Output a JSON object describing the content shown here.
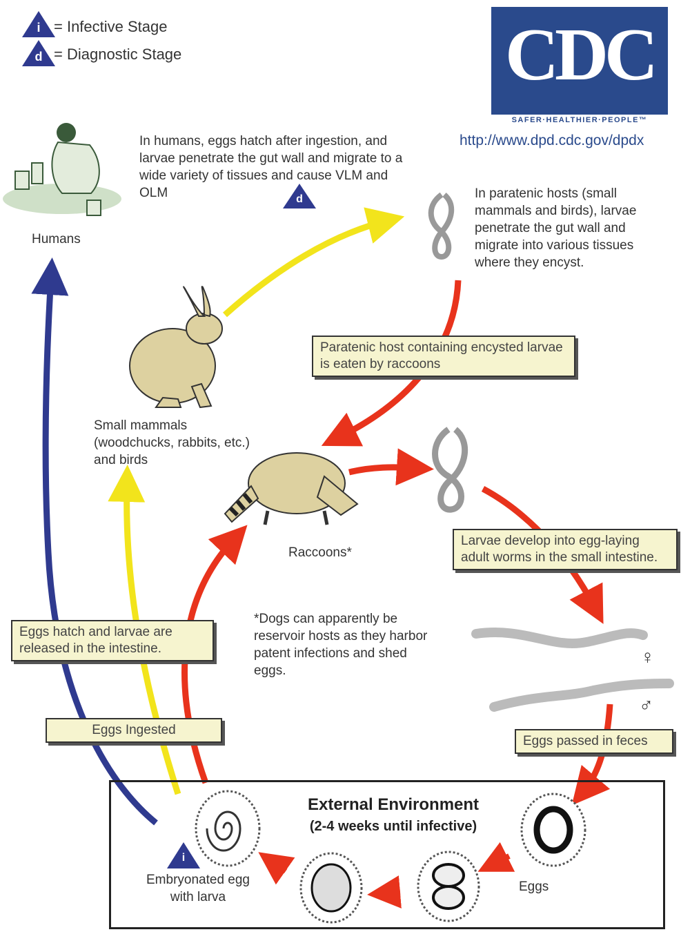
{
  "legend": {
    "infective_symbol": "i",
    "infective_label": "= Infective Stage",
    "diagnostic_symbol": "d",
    "diagnostic_label": "= Diagnostic Stage"
  },
  "logo": {
    "letters": "CDC",
    "tagline": "SAFER·HEALTHIER·PEOPLE™",
    "url": "http://www.dpd.cdc.gov/dpdx"
  },
  "labels": {
    "humans": "Humans",
    "humans_note": "In humans, eggs hatch after ingestion, and larvae penetrate the gut wall and migrate to a wide variety of tissues and cause VLM and OLM",
    "paratenic_note": "In paratenic hosts (small mammals and birds), larvae penetrate the gut wall and migrate into various tissues where they encyst.",
    "small_mammals": "Small mammals (woodchucks, rabbits, etc.) and birds",
    "raccoons": "Raccoons*",
    "dogs_note": "*Dogs can apparently be reservoir hosts as they harbor patent infections and shed eggs.",
    "embryonated": "Embryonated egg with larva",
    "eggs": "Eggs",
    "female": "♀",
    "male": "♂",
    "d_symbol": "d",
    "i_symbol": "i"
  },
  "boxes": {
    "paratenic_eaten": "Paratenic host containing encysted larvae is eaten by raccoons",
    "larvae_develop": "Larvae develop into egg-laying adult worms in the small intestine.",
    "eggs_hatch": "Eggs hatch and larvae are released in the intestine.",
    "eggs_ingested": "Eggs Ingested",
    "eggs_passed": "Eggs passed in feces"
  },
  "environment": {
    "title": "External Environment",
    "subtitle": "(2-4 weeks until infective)"
  },
  "colors": {
    "human_path": "#2f3a8f",
    "paratenic_path": "#f2e41c",
    "raccoon_path": "#e8331c",
    "box_fill": "#f6f4cf",
    "logo_blue": "#2a4a8c"
  }
}
